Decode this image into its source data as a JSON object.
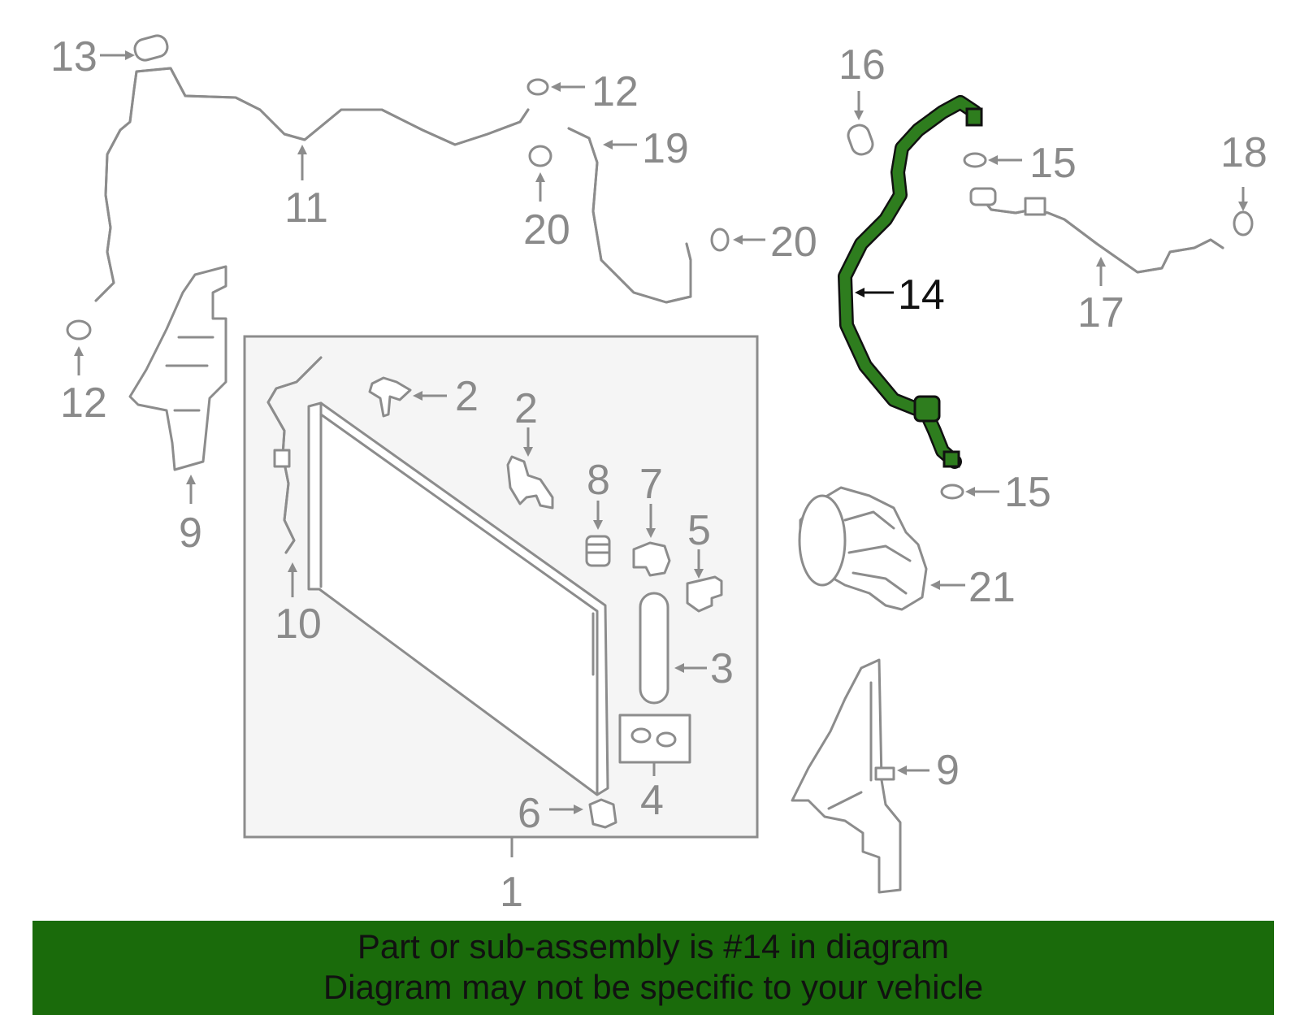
{
  "colors": {
    "highlight_part": "#2e7d1e",
    "banner": "#1a6b0b",
    "callout_text": "#8a8a8a",
    "highlight_text": "#111111",
    "panel_background": "#f5f5f5"
  },
  "highlighted_part_label": "14",
  "callouts": {
    "c1": "1",
    "c2a": "2",
    "c2b": "2",
    "c3": "3",
    "c4": "4",
    "c5": "5",
    "c6": "6",
    "c7": "7",
    "c8": "8",
    "c9a": "9",
    "c9b": "9",
    "c10": "10",
    "c11": "11",
    "c12a": "12",
    "c12b": "12",
    "c13": "13",
    "c14": "14",
    "c15a": "15",
    "c15b": "15",
    "c16": "16",
    "c17": "17",
    "c18": "18",
    "c19": "19",
    "c20a": "20",
    "c20b": "20",
    "c21": "21"
  },
  "banner": {
    "line1": "Part or sub-assembly is #14 in diagram",
    "line2": "Diagram may not be specific to your vehicle"
  }
}
